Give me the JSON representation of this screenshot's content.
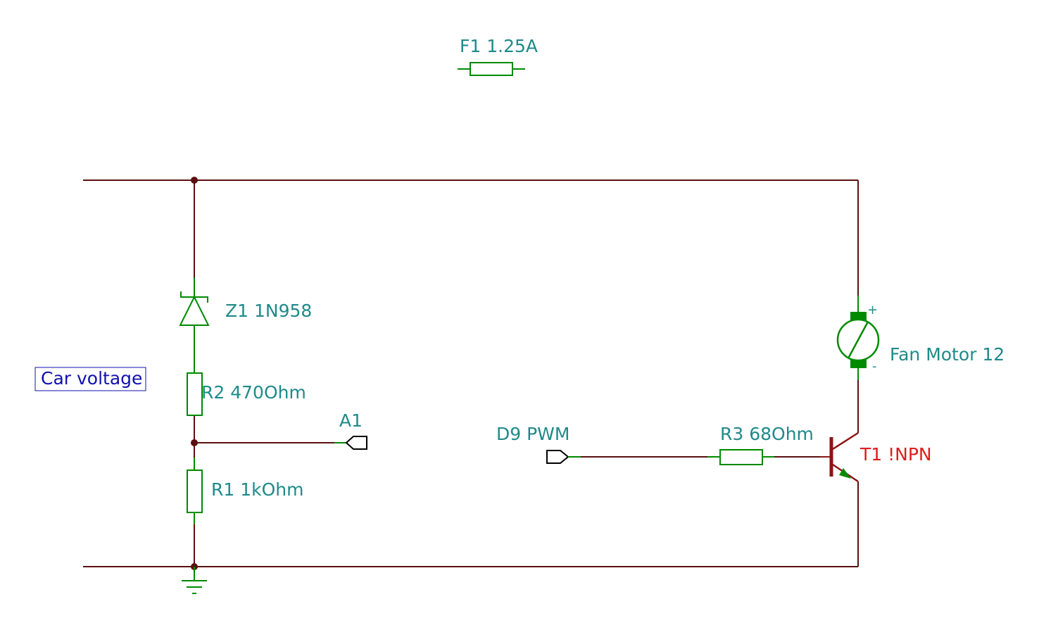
{
  "labels": {
    "fuse": "F1 1.25A",
    "zener": "Z1 1N958",
    "r2": "R2 470Ohm",
    "r1": "R1 1kOhm",
    "r3": "R3 68Ohm",
    "motor": "Fan Motor 12",
    "transistor": "T1 !NPN",
    "a1": "A1",
    "d9": "D9 PWM",
    "car_voltage": "Car voltage",
    "motor_plus": "+",
    "motor_minus": "-"
  },
  "colors": {
    "wire": "#5a1010",
    "component": "#008a00",
    "label": "#1f8a8a",
    "transistor_label": "#e01b1b",
    "car_voltage_label": "#1010b0"
  }
}
